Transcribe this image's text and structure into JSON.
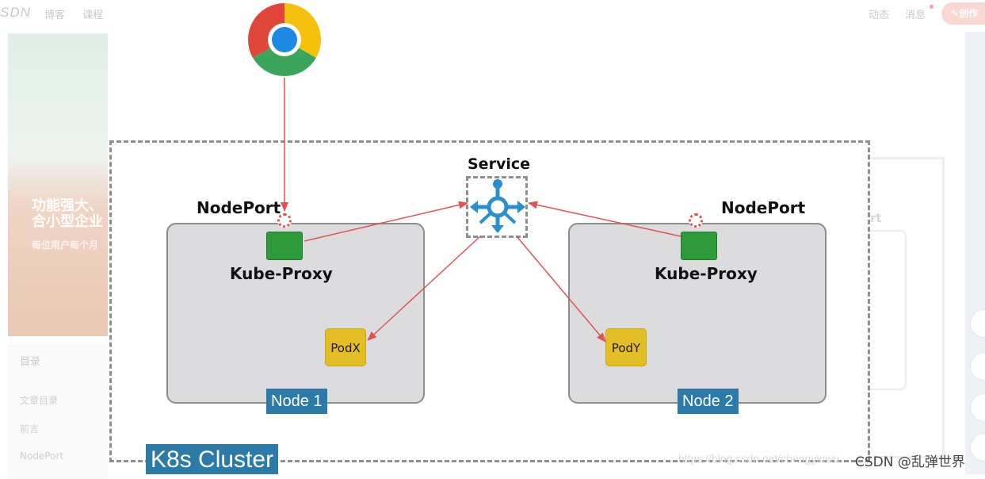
{
  "chrome": {
    "logo": "SDN",
    "nav": [
      "博客",
      "课程"
    ],
    "right_nav": [
      "动态",
      "消息"
    ],
    "create": "创作",
    "banner_line1": "功能强大、合小型企业",
    "banner_line2": "每位用户每个月",
    "toc_title": "目录",
    "toc_items": [
      "文章目录",
      "前言",
      "NodePort"
    ],
    "faded_heading": "rt"
  },
  "diagram": {
    "cluster_label": "K8s Cluster",
    "service_label": "Service",
    "nodes": [
      {
        "label": "Node 1",
        "nodeport_label": "NodePort",
        "proxy_label": "Kube-Proxy",
        "pod_label": "PodX"
      },
      {
        "label": "Node 2",
        "nodeport_label": "NodePort",
        "proxy_label": "Kube-Proxy",
        "pod_label": "PodY"
      }
    ],
    "client_icon": "chrome-browser-icon",
    "arrow_color": "#e2534f",
    "node_label_color": "#2b7aa8",
    "proxy_color": "#2e9a3a",
    "pod_color": "#e3be24",
    "service_icon_color": "#2a8fd0"
  },
  "watermark": {
    "url": "https://blog.csdn.net/chengyinwu",
    "credit": "CSDN @乱弹世界"
  }
}
